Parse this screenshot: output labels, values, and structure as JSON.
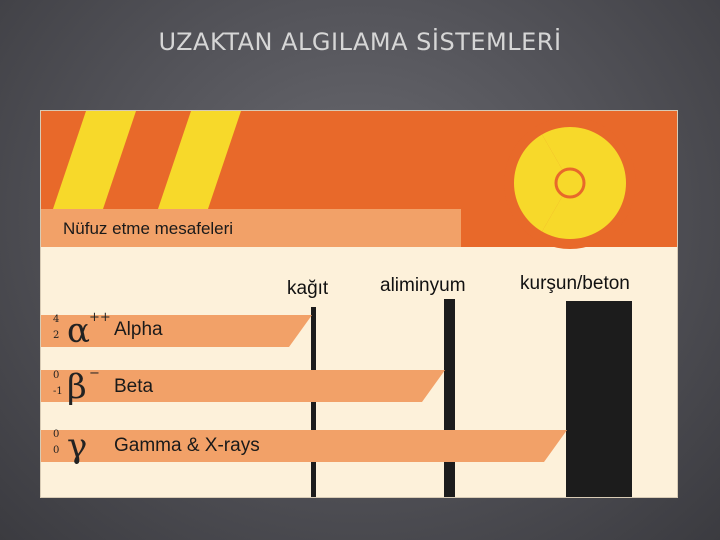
{
  "slide_title": "UZAKTAN ALGILAMA SİSTEMLERİ",
  "figure": {
    "subtitle": "Nüfuz etme mesafeleri",
    "materials": [
      "kağıt",
      "aliminyum",
      "kurşun/beton"
    ],
    "radiations": [
      {
        "symbol": "α",
        "mass": "4",
        "number": "2",
        "charge": "++",
        "name": "Alpha",
        "stops_at": "kağıt"
      },
      {
        "symbol": "β",
        "mass": "0",
        "number": "-1",
        "charge": "−",
        "name": "Beta",
        "stops_at": "aliminyum"
      },
      {
        "symbol": "γ",
        "mass": "0",
        "number": "0",
        "charge": "",
        "name": "Gamma & X-rays",
        "stops_at": "kurşun/beton"
      }
    ],
    "colors": {
      "orange": "#e8692a",
      "light_orange": "#f2a168",
      "yellow": "#f7d92a",
      "cream": "#fdf1da",
      "black": "#1c1c1c"
    },
    "icon": "radiation-trefoil-icon"
  }
}
